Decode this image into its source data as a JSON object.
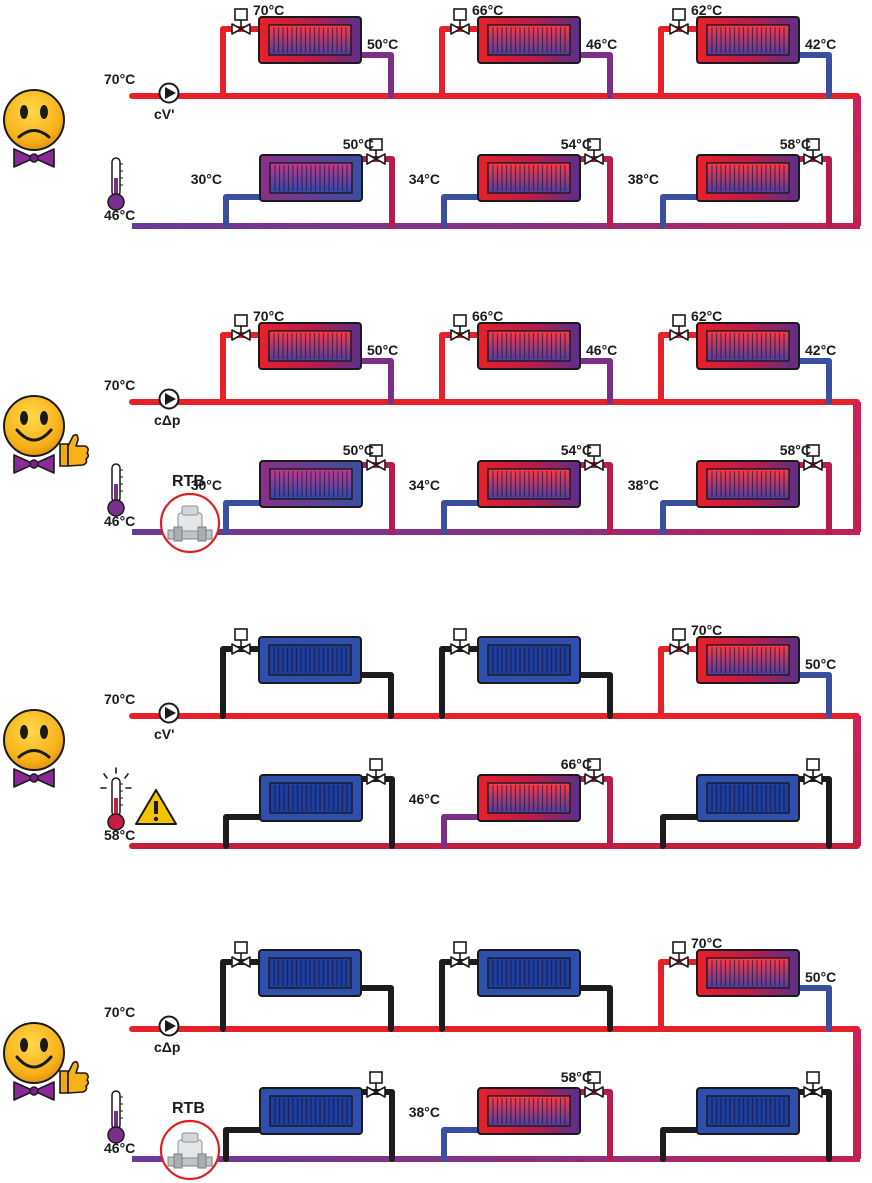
{
  "colors": {
    "hot": "#e8202a",
    "mid": "#b81c4e",
    "purple": "#7b2f86",
    "cool": "#3a4fa0",
    "off": "#1c1c1c",
    "radiator_cold": "#2e4fae",
    "warning": "#f4c400",
    "rtb_circle": "#e02020"
  },
  "panels": [
    {
      "id": "panel-1",
      "mood": "sad",
      "thumbs_up": false,
      "flow_temp": "70°C",
      "pump_label": "cV'",
      "return_temp": "46°C",
      "thermometer_warning": false,
      "has_rtb": false,
      "top_row": [
        {
          "active": true,
          "valve_temp": "70°C",
          "outlet_temp": "50°C"
        },
        {
          "active": true,
          "valve_temp": "66°C",
          "outlet_temp": "46°C"
        },
        {
          "active": true,
          "valve_temp": "62°C",
          "outlet_temp": "42°C"
        }
      ],
      "bottom_row": [
        {
          "active": true,
          "inlet_temp": "30°C",
          "valve_temp": "50°C"
        },
        {
          "active": true,
          "inlet_temp": "34°C",
          "valve_temp": "54°C"
        },
        {
          "active": true,
          "inlet_temp": "38°C",
          "valve_temp": "58°C"
        }
      ]
    },
    {
      "id": "panel-2",
      "mood": "happy",
      "thumbs_up": true,
      "flow_temp": "70°C",
      "pump_label": "cΔp",
      "return_temp": "46°C",
      "thermometer_warning": false,
      "has_rtb": true,
      "rtb_label": "RTB",
      "top_row": [
        {
          "active": true,
          "valve_temp": "70°C",
          "outlet_temp": "50°C"
        },
        {
          "active": true,
          "valve_temp": "66°C",
          "outlet_temp": "46°C"
        },
        {
          "active": true,
          "valve_temp": "62°C",
          "outlet_temp": "42°C"
        }
      ],
      "bottom_row": [
        {
          "active": true,
          "inlet_temp": "30°C",
          "valve_temp": "50°C"
        },
        {
          "active": true,
          "inlet_temp": "34°C",
          "valve_temp": "54°C"
        },
        {
          "active": true,
          "inlet_temp": "38°C",
          "valve_temp": "58°C"
        }
      ]
    },
    {
      "id": "panel-3",
      "mood": "sad",
      "thumbs_up": false,
      "flow_temp": "70°C",
      "pump_label": "cV'",
      "return_temp": "58°C",
      "thermometer_warning": true,
      "has_rtb": false,
      "top_row": [
        {
          "active": false,
          "valve_temp": "",
          "outlet_temp": ""
        },
        {
          "active": false,
          "valve_temp": "",
          "outlet_temp": ""
        },
        {
          "active": true,
          "valve_temp": "70°C",
          "outlet_temp": "50°C"
        }
      ],
      "bottom_row": [
        {
          "active": false,
          "inlet_temp": "",
          "valve_temp": ""
        },
        {
          "active": true,
          "inlet_temp": "46°C",
          "valve_temp": "66°C"
        },
        {
          "active": false,
          "inlet_temp": "",
          "valve_temp": ""
        }
      ]
    },
    {
      "id": "panel-4",
      "mood": "happy",
      "thumbs_up": true,
      "flow_temp": "70°C",
      "pump_label": "cΔp",
      "return_temp": "46°C",
      "thermometer_warning": false,
      "has_rtb": true,
      "rtb_label": "RTB",
      "top_row": [
        {
          "active": false,
          "valve_temp": "",
          "outlet_temp": ""
        },
        {
          "active": false,
          "valve_temp": "",
          "outlet_temp": ""
        },
        {
          "active": true,
          "valve_temp": "70°C",
          "outlet_temp": "50°C"
        }
      ],
      "bottom_row": [
        {
          "active": false,
          "inlet_temp": "",
          "valve_temp": ""
        },
        {
          "active": true,
          "inlet_temp": "38°C",
          "valve_temp": "58°C"
        },
        {
          "active": false,
          "inlet_temp": "",
          "valve_temp": ""
        }
      ]
    }
  ]
}
